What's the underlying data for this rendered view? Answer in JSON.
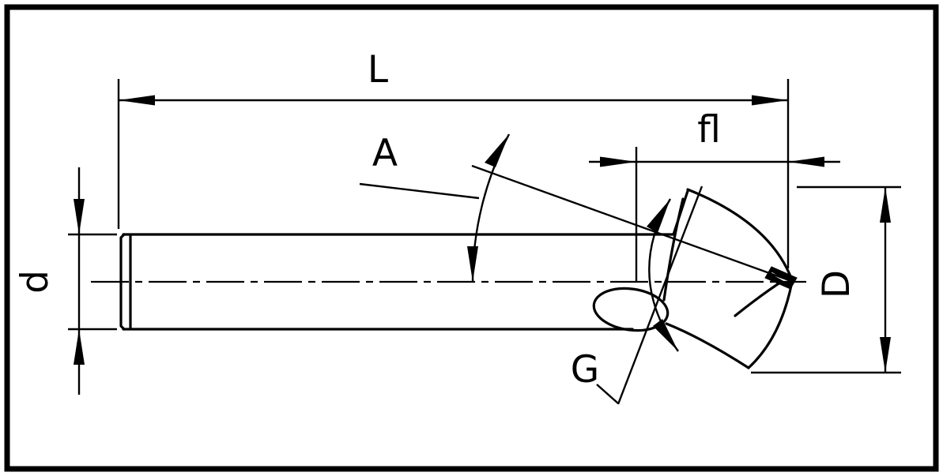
{
  "drawing": {
    "type": "technical-dimension-drawing",
    "subject": "chamfer-spot-drill-side-view",
    "labels": {
      "overall_length": "L",
      "flute_length": "fl",
      "point_angle": "A",
      "gash_angle": "G",
      "shank_diameter": "d",
      "cutting_diameter": "D"
    },
    "colors": {
      "line": "#000000",
      "background": "#ffffff"
    }
  }
}
